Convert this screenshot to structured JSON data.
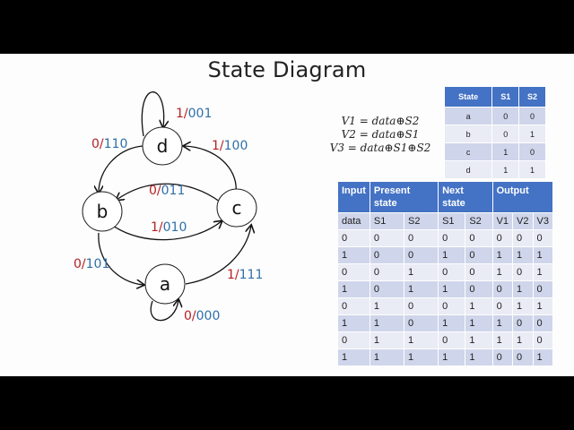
{
  "slide": {
    "title": "State Diagram"
  },
  "diagram": {
    "states": [
      {
        "id": "a",
        "label": "a"
      },
      {
        "id": "b",
        "label": "b"
      },
      {
        "id": "c",
        "label": "c"
      },
      {
        "id": "d",
        "label": "d"
      }
    ],
    "transitions": [
      {
        "from": "d",
        "to": "d",
        "input": "1",
        "output": "001"
      },
      {
        "from": "d",
        "to": "b",
        "input": "0",
        "output": "110"
      },
      {
        "from": "c",
        "to": "d",
        "input": "1",
        "output": "100"
      },
      {
        "from": "c",
        "to": "b",
        "input": "0",
        "output": "011"
      },
      {
        "from": "b",
        "to": "c",
        "input": "1",
        "output": "010"
      },
      {
        "from": "b",
        "to": "a",
        "input": "0",
        "output": "101"
      },
      {
        "from": "a",
        "to": "c",
        "input": "1",
        "output": "111"
      },
      {
        "from": "a",
        "to": "a",
        "input": "0",
        "output": "000"
      }
    ],
    "colors": {
      "input": "#b52024",
      "output": "#2e6fa8"
    }
  },
  "equations": [
    "V1 = data⊕S2",
    "V2 = data⊕S1",
    "V3 = data⊕S1⊕S2"
  ],
  "state_table": {
    "headers": [
      "State",
      "S1",
      "S2"
    ],
    "rows": [
      [
        "a",
        "0",
        "0"
      ],
      [
        "b",
        "0",
        "1"
      ],
      [
        "c",
        "1",
        "0"
      ],
      [
        "d",
        "1",
        "1"
      ]
    ]
  },
  "truth_table": {
    "group_headers": [
      "Input",
      "Present state",
      "Next state",
      "Output"
    ],
    "sub_headers": [
      "data",
      "S1",
      "S2",
      "S1",
      "S2",
      "V1",
      "V2",
      "V3"
    ],
    "rows": [
      [
        "0",
        "0",
        "0",
        "0",
        "0",
        "0",
        "0",
        "0"
      ],
      [
        "1",
        "0",
        "0",
        "1",
        "0",
        "1",
        "1",
        "1"
      ],
      [
        "0",
        "0",
        "1",
        "0",
        "0",
        "1",
        "0",
        "1"
      ],
      [
        "1",
        "0",
        "1",
        "1",
        "0",
        "0",
        "1",
        "0"
      ],
      [
        "0",
        "1",
        "0",
        "0",
        "1",
        "0",
        "1",
        "1"
      ],
      [
        "1",
        "1",
        "0",
        "1",
        "1",
        "1",
        "0",
        "0"
      ],
      [
        "0",
        "1",
        "1",
        "0",
        "1",
        "1",
        "1",
        "0"
      ],
      [
        "1",
        "1",
        "1",
        "1",
        "1",
        "0",
        "0",
        "1"
      ]
    ],
    "header_color": "#4472c4"
  }
}
